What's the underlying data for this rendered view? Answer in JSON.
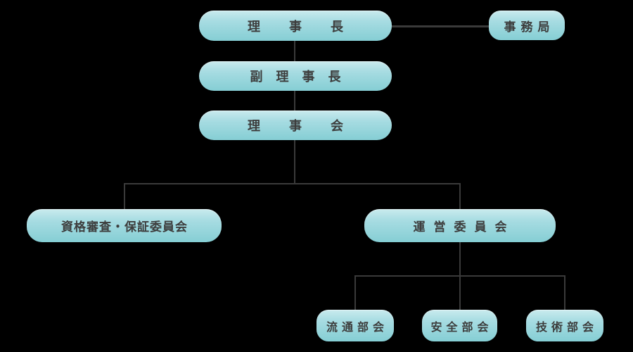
{
  "background_color": "#000000",
  "node_style": {
    "gradient_top": "#c9ebee",
    "gradient_bottom": "#85ced4",
    "text_color": "#3d3d3d",
    "connector_color": "#3a3a3a"
  },
  "org_chart": {
    "nodes": [
      {
        "id": "chairman",
        "label": "理事長"
      },
      {
        "id": "secretariat",
        "label": "事務局"
      },
      {
        "id": "vice_chairman",
        "label": "副理事長"
      },
      {
        "id": "board",
        "label": "理事会"
      },
      {
        "id": "qualification_committee",
        "label": "資格審査・保証委員会"
      },
      {
        "id": "management_committee",
        "label": "運営委員会"
      },
      {
        "id": "distribution_subcommittee",
        "label": "流通部会"
      },
      {
        "id": "safety_subcommittee",
        "label": "安全部会"
      },
      {
        "id": "technical_subcommittee",
        "label": "技術部会"
      }
    ],
    "edges": [
      {
        "from": "理事長",
        "to": "事務局"
      },
      {
        "from": "理事長",
        "to": "副理事長"
      },
      {
        "from": "副理事長",
        "to": "理事会"
      },
      {
        "from": "理事会",
        "to": "資格審査・保証委員会"
      },
      {
        "from": "理事会",
        "to": "運営委員会"
      },
      {
        "from": "運営委員会",
        "to": "流通部会"
      },
      {
        "from": "運営委員会",
        "to": "安全部会"
      },
      {
        "from": "運営委員会",
        "to": "技術部会"
      }
    ]
  }
}
